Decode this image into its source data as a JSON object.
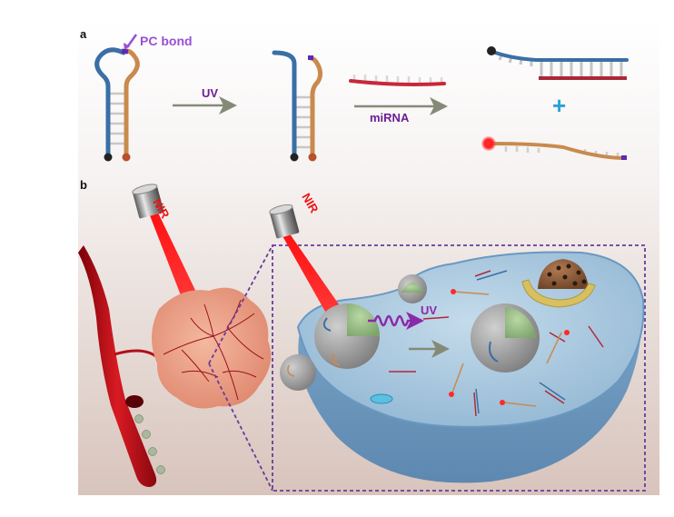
{
  "figure": {
    "panels": [
      {
        "id": "a",
        "label": "a"
      },
      {
        "id": "b",
        "label": "b"
      }
    ]
  },
  "panel_a": {
    "pc_bond_label": "PC bond",
    "step1_arrow_label": "UV",
    "step2_arrow_label": "miRNA",
    "plus_sign": "+",
    "colors": {
      "strand_blue": "#3a6fa6",
      "strand_orange": "#c98a4e",
      "mirna_red": "#b0283a",
      "pc_bond": "#5b2ab0",
      "quencher_black": "#222222",
      "fluorophore_red": "#ff2a2a",
      "arrow_gray": "#858a78",
      "plus_blue": "#2aa0d8"
    }
  },
  "panel_b": {
    "nir_label_left": "NIR",
    "nir_label_right": "NIR",
    "uv_label": "UV",
    "colors": {
      "laser_red": "#ff1a1a",
      "vessel_red": "#b0101a",
      "tumor_pink": "#e89a80",
      "cell_blue": "#8db4d4",
      "shell_gray": "#9a9a9a",
      "core_green": "#9cc08a",
      "dashed_purple": "#6a3b9c",
      "nucleus_brown": "#8a5a3a",
      "golgi_yellow": "#d8c060"
    }
  }
}
